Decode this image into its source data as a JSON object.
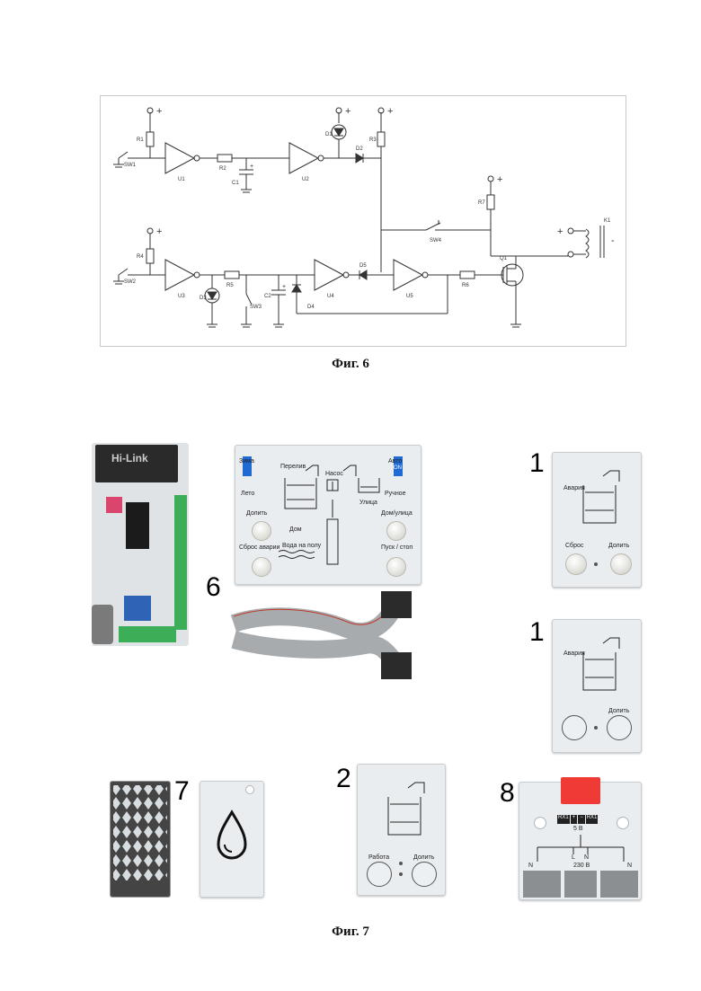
{
  "schematic": {
    "labels": {
      "r1": "R1",
      "r2": "R2",
      "r3": "R3",
      "r4": "R4",
      "r5": "R5",
      "r6": "R6",
      "r7": "R7",
      "c1": "C1",
      "c2": "C2",
      "d1": "D1",
      "d2": "D2",
      "d3": "D3",
      "d4": "D4",
      "d5": "D5",
      "u1": "U1",
      "u2": "U2",
      "u3": "U3",
      "u4": "U4",
      "u5": "U5",
      "sw1": "SW1",
      "sw2": "SW2",
      "sw3": "SW3",
      "sw4": "SW4",
      "q1": "Q1",
      "k1": "K1",
      "plus": "+",
      "cap_plus": "+",
      "k_plus": "+",
      "k_minus": "-"
    }
  },
  "fig6_caption": "Фиг. 6",
  "fig7_caption": "Фиг. 7",
  "main_panel": {
    "number": "6",
    "zima": "Зима",
    "leto": "Лето",
    "pereliv": "Перелив",
    "nasos": "Насос",
    "avto": "Авто",
    "ruchnoe": "Ручное",
    "on": "ON",
    "dom": "Дом",
    "ulitsa": "Улица",
    "dolit": "Долить",
    "dom_ulitsa": "Дом/улица",
    "sbros_avarii": "Сброс аварии",
    "voda_na_polu": "Вода на полу",
    "pusk_stop": "Пуск / стоп"
  },
  "panel_1a": {
    "number": "1",
    "avariya": "Авария",
    "sbros": "Сброс",
    "dolit": "Долить"
  },
  "panel_1b": {
    "number": "1",
    "avariya": "Авария",
    "dolit": "Долить"
  },
  "panel_2": {
    "number": "2",
    "rabota": "Работа",
    "dolit": "Долить"
  },
  "panel_7": {
    "number": "7"
  },
  "panel_8": {
    "number": "8",
    "terminals": [
      "RX1",
      "+",
      "−",
      "RX1"
    ],
    "volt5": "5 В",
    "l": "L",
    "n": "N",
    "v230": "230 В",
    "n_left": "N",
    "n_right": "N"
  },
  "board": {
    "brand": "Hi-Link"
  }
}
